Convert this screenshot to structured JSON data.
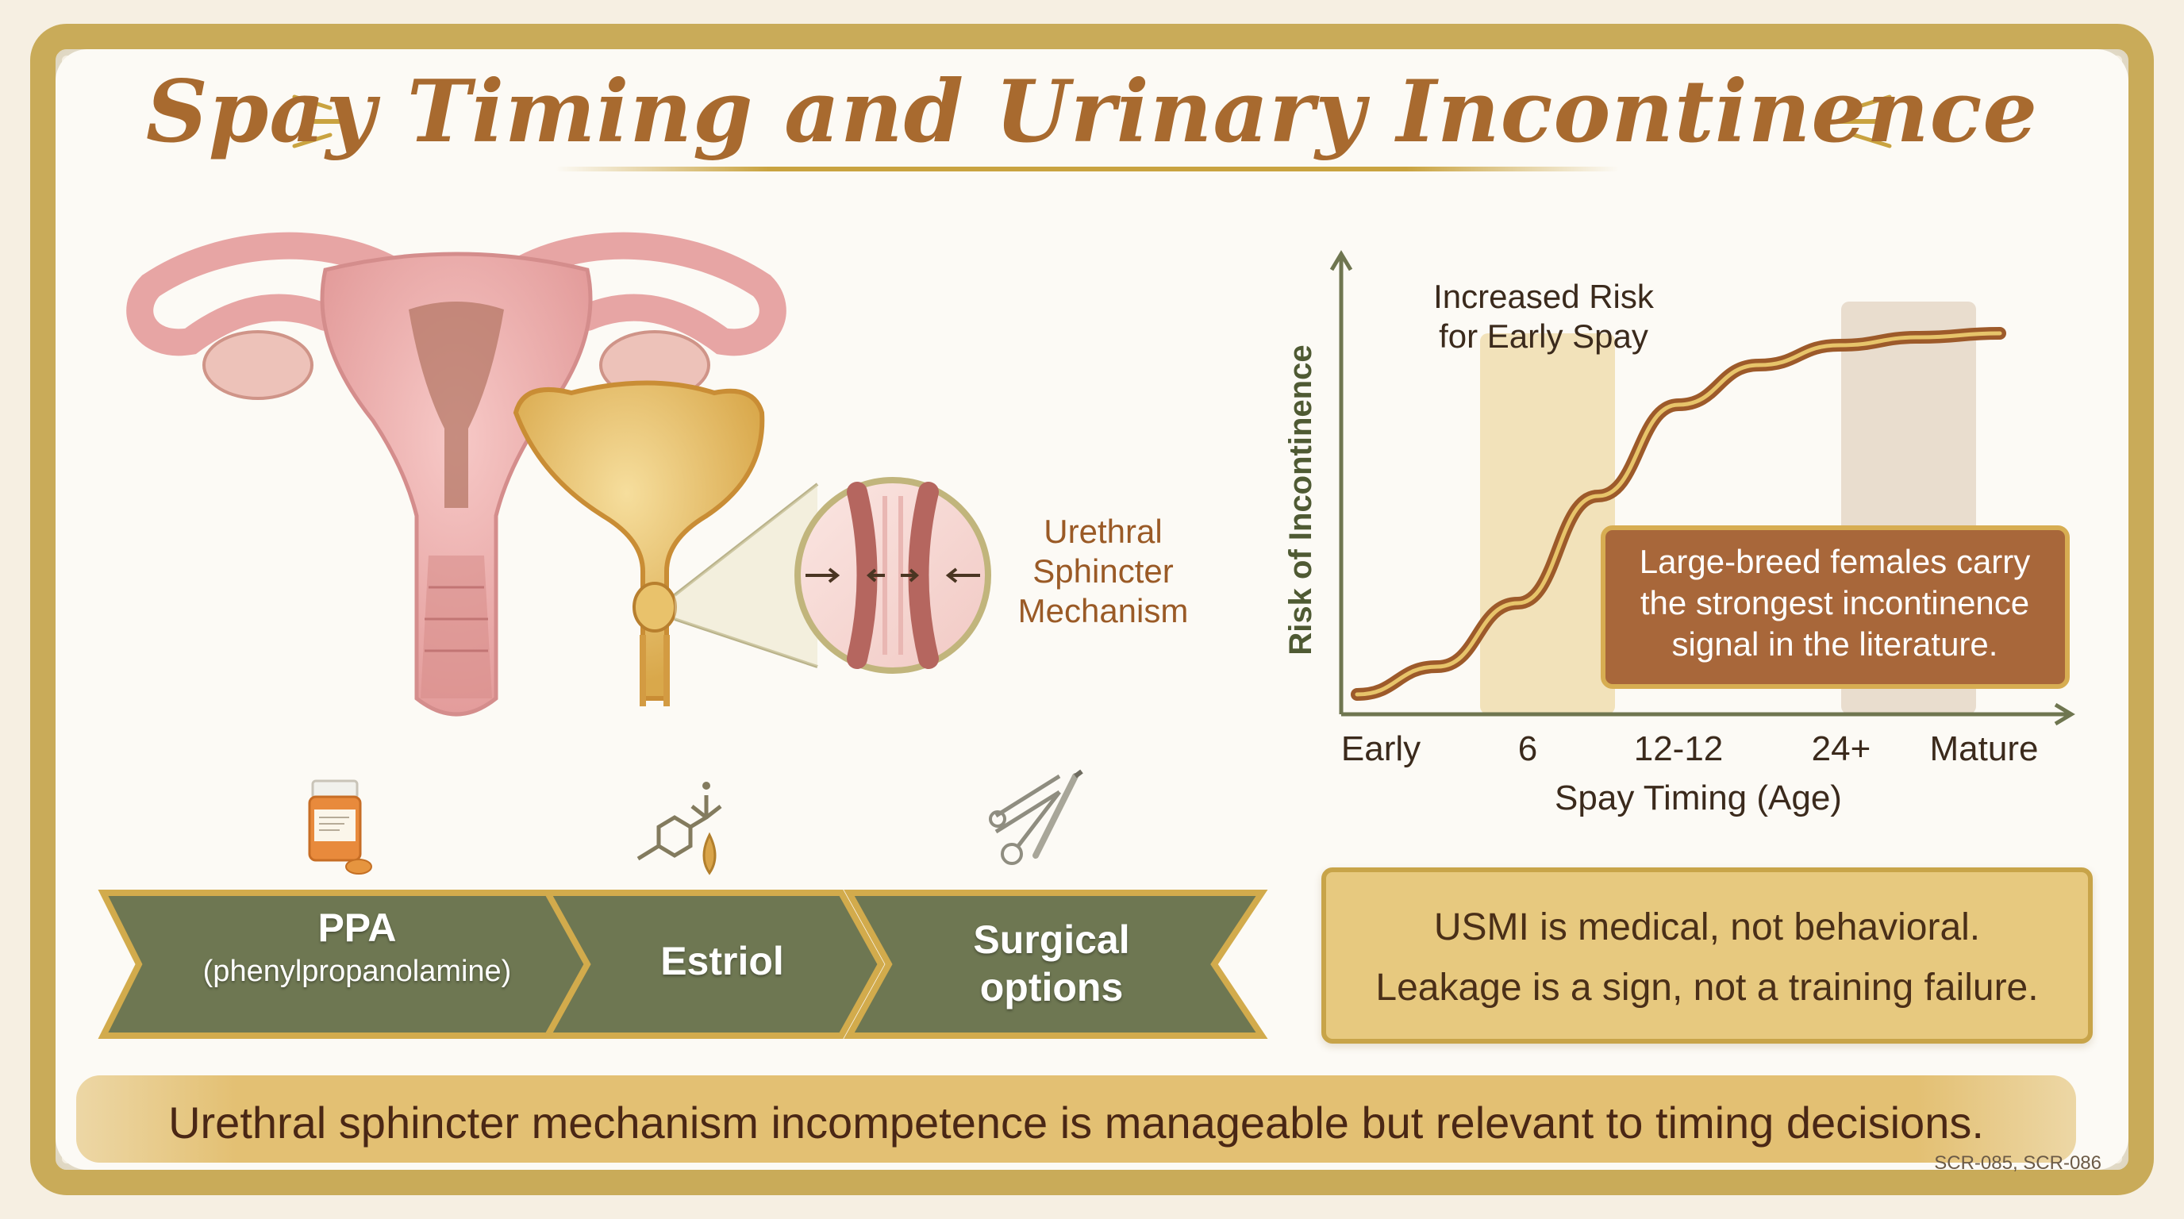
{
  "title": "Spay Timing and Urinary Incontinence",
  "anatomy": {
    "label": [
      "Urethral",
      "Sphincter",
      "Mechanism"
    ]
  },
  "chart_data": {
    "type": "line",
    "ylabel": "Risk of Incontinence",
    "xlabel": "Spay Timing (Age)",
    "categories": [
      "Early",
      "6",
      "12-12",
      "24+",
      "Mature"
    ],
    "x": [
      0,
      0.5,
      1,
      1.5,
      2,
      2.5,
      3,
      3.5,
      4
    ],
    "values": [
      0.05,
      0.12,
      0.28,
      0.55,
      0.78,
      0.88,
      0.93,
      0.95,
      0.96
    ],
    "ylim": [
      0,
      1.1
    ],
    "annotation_high": [
      "Increased Risk",
      "for Early Spay"
    ],
    "annotation_note": [
      "Large-breed females carry",
      "the strongest incontinence",
      "signal in the literature."
    ],
    "colors": {
      "curve": "#9d5a2a",
      "curve_highlight": "#e7c46a",
      "axis": "#6f7650",
      "band_early": "#efd9a6",
      "band_mature": "#e3d6c4"
    }
  },
  "treatments": [
    {
      "name": "PPA",
      "sub": "(phenylpropanolamine)",
      "icon": "pill-bottle-icon"
    },
    {
      "name": "Estriol",
      "sub": "",
      "icon": "molecule-drop-icon"
    },
    {
      "name": "Surgical",
      "sub": "options",
      "icon": "surgical-tools-icon"
    }
  ],
  "callout": {
    "line1": "USMI is medical, not behavioral.",
    "line2": "Leakage is a sign, not a training failure."
  },
  "footer": {
    "text": "Urethral sphincter mechanism incompetence is manageable but relevant to timing decisions.",
    "ref": "SCR-085, SCR-086"
  },
  "colors": {
    "title": "#a86a2f",
    "ribbon": "#6e7752",
    "ribbon_edge": "#d2ab4c",
    "callout_bg": "#e7c97f",
    "banner": "#e3c073"
  }
}
